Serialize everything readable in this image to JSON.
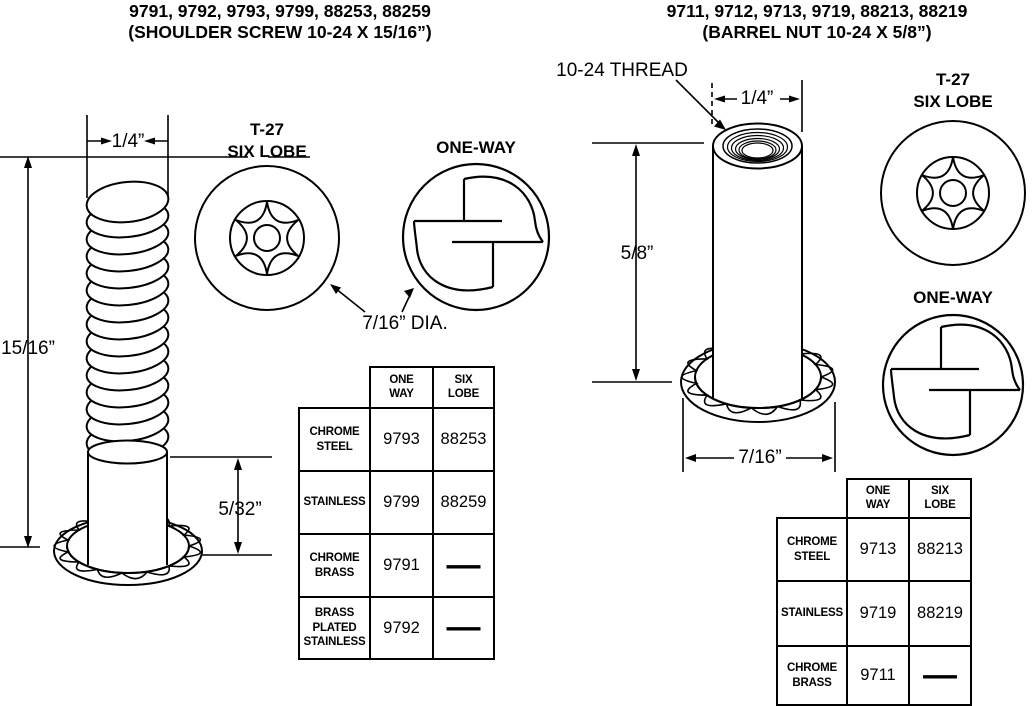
{
  "left": {
    "title1": "9791, 9792, 9793, 9799, 88253, 88259",
    "title2": "(SHOULDER SCREW 10-24 X 15/16”)",
    "dim_width": "1/4”",
    "dim_length": "15/16”",
    "dim_shoulder": "5/32”",
    "dim_head_dia": "7/16” DIA.",
    "drive_six_lobe": "T-27\nSIX LOBE",
    "drive_one_way": "ONE-WAY",
    "table": {
      "header_one_way": "ONE\nWAY",
      "header_six_lobe": "SIX\nLOBE",
      "rows": [
        {
          "material": "CHROME\nSTEEL",
          "one_way": "9793",
          "six_lobe": "88253"
        },
        {
          "material": "STAINLESS",
          "one_way": "9799",
          "six_lobe": "88259"
        },
        {
          "material": "CHROME\nBRASS",
          "one_way": "9791",
          "six_lobe": "—"
        },
        {
          "material": "BRASS\nPLATED\nSTAINLESS",
          "one_way": "9792",
          "six_lobe": "—"
        }
      ]
    }
  },
  "right": {
    "title1": "9711, 9712, 9713, 9719, 88213, 88219",
    "title2": "(BARREL NUT 10-24 X 5/8”)",
    "dim_thread": "10-24 THREAD",
    "dim_width": "1/4”",
    "dim_length": "5/8”",
    "dim_base": "7/16”",
    "drive_six_lobe": "T-27\nSIX LOBE",
    "drive_one_way": "ONE-WAY",
    "table": {
      "header_one_way": "ONE\nWAY",
      "header_six_lobe": "SIX\nLOBE",
      "rows": [
        {
          "material": "CHROME\nSTEEL",
          "one_way": "9713",
          "six_lobe": "88213"
        },
        {
          "material": "STAINLESS",
          "one_way": "9719",
          "six_lobe": "88219"
        },
        {
          "material": "CHROME\nBRASS",
          "one_way": "9711",
          "six_lobe": "—"
        }
      ]
    }
  }
}
